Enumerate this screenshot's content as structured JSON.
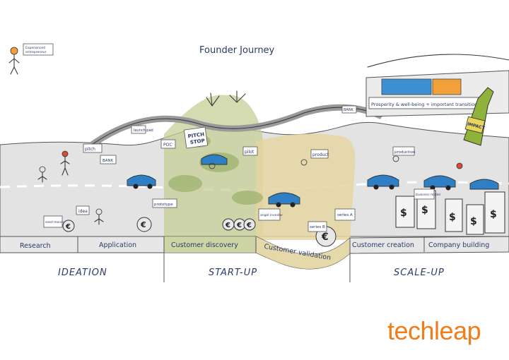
{
  "title": "Founder Journey",
  "stages": [
    {
      "label": "Research"
    },
    {
      "label": "Application"
    },
    {
      "label": "Customer discovery"
    },
    {
      "label": "Customer validation"
    },
    {
      "label": "Customer creation"
    },
    {
      "label": "Company building"
    }
  ],
  "phases": [
    {
      "label": "IDEATION"
    },
    {
      "label": "START-UP"
    },
    {
      "label": "SCALE-UP"
    }
  ],
  "callouts": {
    "experienced": "Experienced",
    "entrepreneur": "entrepreneur",
    "pitch": "pitch",
    "poc": "POC",
    "pitch_stop": "PITCH",
    "pitch_stop2": "STOP",
    "pilot": "pilot",
    "product": "product",
    "production": "production",
    "idea": "idea",
    "prototype": "prototype",
    "bank_a": "BANK",
    "bank_b": "BANK",
    "prosperity": "Prosperity & well-being + important transitions",
    "impact": "IMPACT",
    "launch_pad": "launch pad",
    "seed_money": "seed money",
    "angel_investor": "angel investor",
    "series_a": "series A",
    "series_b": "series B",
    "business_model": "business model"
  },
  "brand": "techleap",
  "colors": {
    "title_ink": "#2b3a67",
    "road": "#dcdcdc",
    "startup_zone": "#c7cf95",
    "validation_zone": "#e4d6a2",
    "brand": "#f07d19",
    "car_blue": "#2f7fc4",
    "money_bag": "#e8e8e8"
  }
}
